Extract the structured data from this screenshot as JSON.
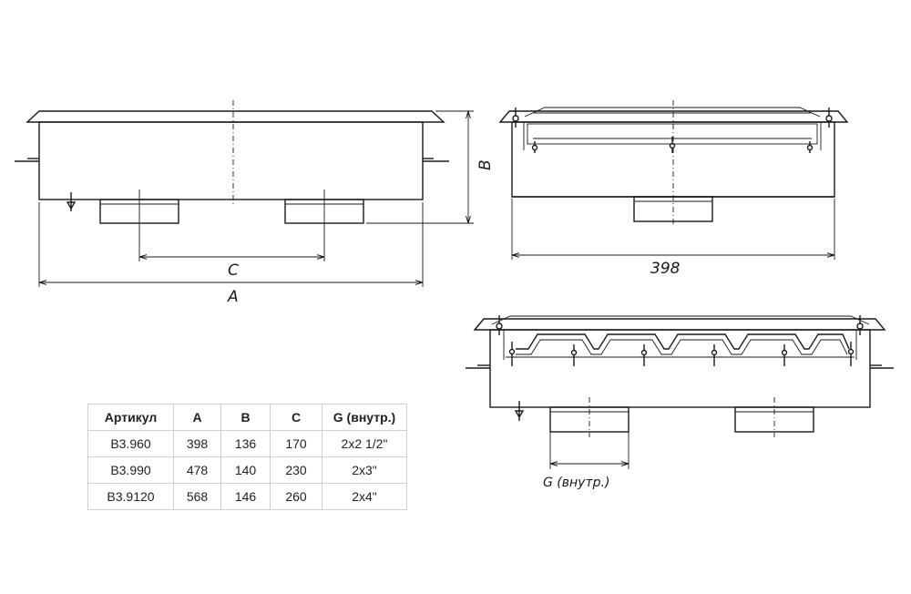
{
  "dimensions": {
    "front_a": "A",
    "front_b": "B",
    "front_c": "C",
    "side_width": "398",
    "outlet_g": "G (внутр.)"
  },
  "table": {
    "headers": [
      "Артикул",
      "A",
      "B",
      "C",
      "G (внутр.)"
    ],
    "rows": [
      [
        "B3.960",
        "398",
        "136",
        "170",
        "2x2 1/2\""
      ],
      [
        "B3.990",
        "478",
        "140",
        "230",
        "2x3\""
      ],
      [
        "B3.9120",
        "568",
        "146",
        "260",
        "2x4\""
      ]
    ]
  }
}
